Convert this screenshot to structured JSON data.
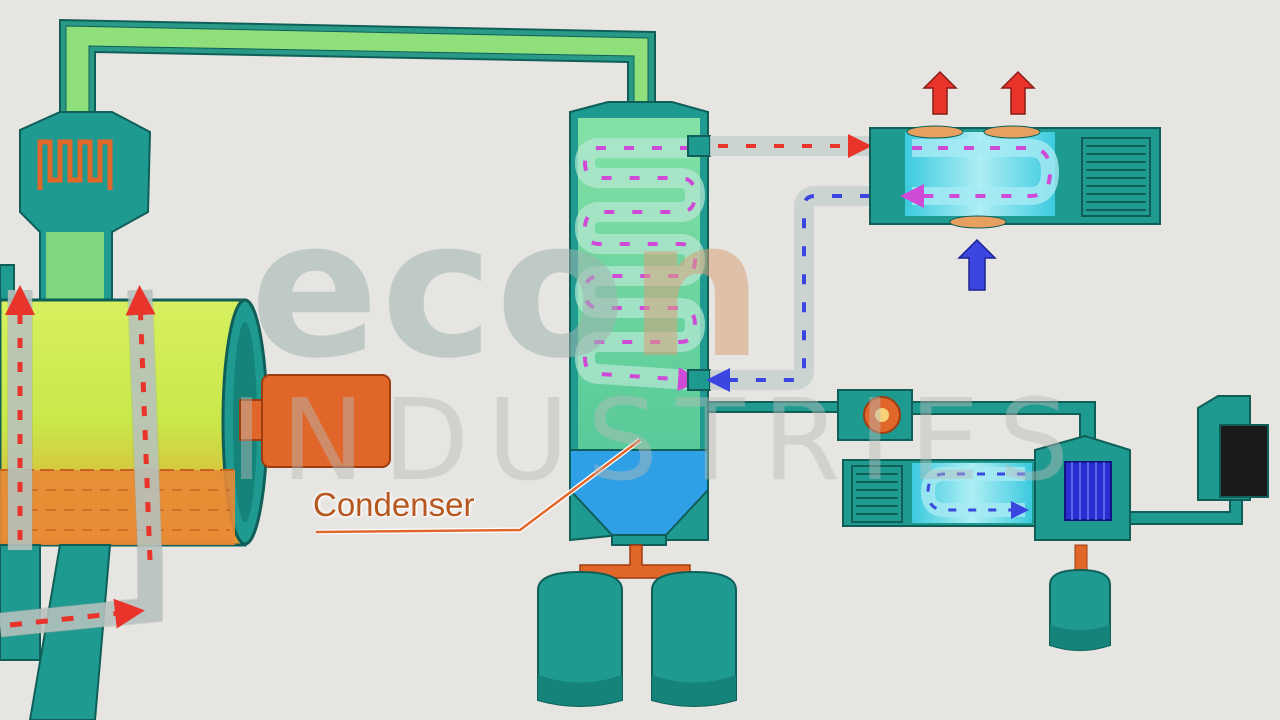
{
  "watermark": {
    "brand_a": "eco",
    "brand_n": "n",
    "subtitle": "INDUSTRIES"
  },
  "callouts": {
    "condenser": "Condenser"
  },
  "colors": {
    "teal": "#1f9a90",
    "teal_dark": "#0f5f58",
    "green_pipe": "#8fe07a",
    "orange": "#e0662a",
    "hot_arrow": "#e8342a",
    "cold_arrow": "#3b46e0",
    "water_blue": "#2f9fe6",
    "cyan_glow": "#5fe6f2"
  },
  "icons": [
    "red-up-arrow-icon",
    "blue-up-arrow-icon",
    "fan-icon",
    "filter-grille-icon"
  ]
}
